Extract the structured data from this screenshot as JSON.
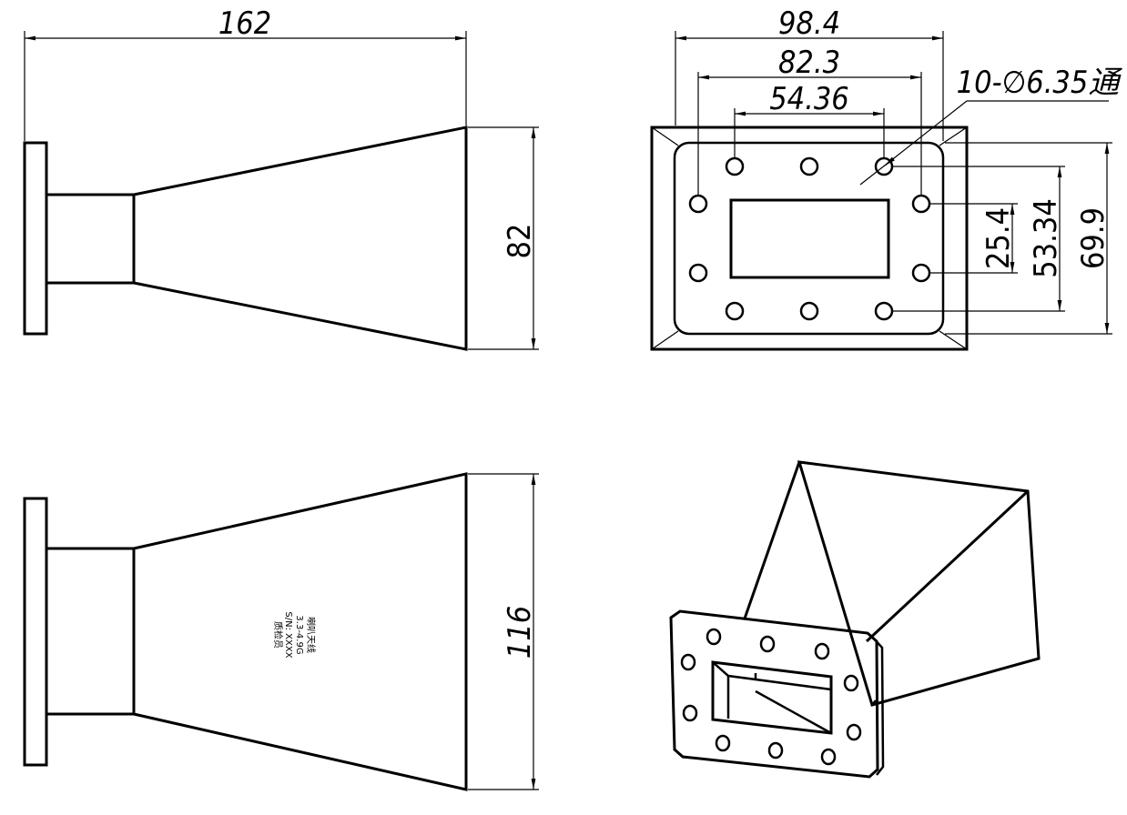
{
  "side_view": {
    "length_label": "162",
    "height_label": "82"
  },
  "front_view": {
    "width_outer_label": "98.4",
    "width_mid_label": "82.3",
    "width_inner_label": "54.36",
    "hole_label": "10-∅6.35通",
    "dim_254_label": "25.4",
    "dim_5334_label": "53.34",
    "dim_699_label": "69.9"
  },
  "top_view": {
    "height_label": "116",
    "marking_line1": "喇叭天线",
    "marking_line2": "3.3-4.9G",
    "marking_line3": "S/N: XXXX",
    "marking_line4": "质检员"
  }
}
